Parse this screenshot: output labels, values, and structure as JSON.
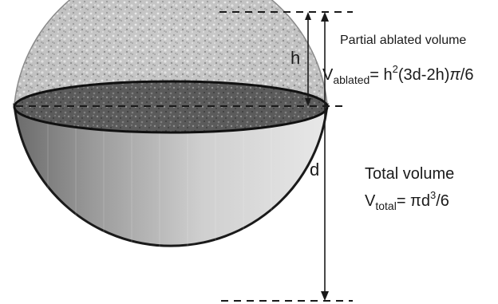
{
  "labels": {
    "h": "h",
    "d": "d",
    "partial_title": "Partial ablated volume",
    "ablated_v": "V",
    "ablated_sub": "ablated",
    "ablated_eq_a": "= h",
    "ablated_sup": "2",
    "ablated_eq_b": "(3d-2h)",
    "ablated_pi": "π",
    "ablated_eq_c": "/6",
    "total_title": "Total volume",
    "total_v": "V",
    "total_sub": "total",
    "total_eq_a": "= πd",
    "total_sup": "3",
    "total_eq_b": "/6"
  }
}
